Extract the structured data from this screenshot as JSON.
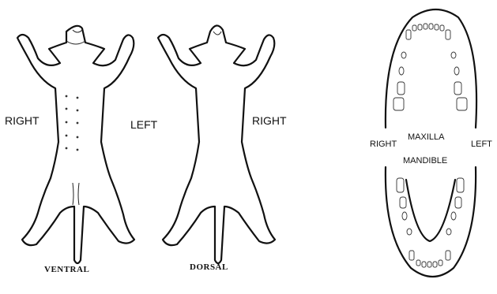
{
  "labels": {
    "right_1": "RIGHT",
    "left": "LEFT",
    "right_2": "RIGHT",
    "ventral": "VENTRAL",
    "dorsal": "DORSAL",
    "right_3": "RIGHT",
    "maxilla": "MAXILLA",
    "left_2": "LEFT",
    "mandible": "MANDIBLE"
  },
  "figures": {
    "ventral_view": "ventral-body-outline",
    "dorsal_view": "dorsal-body-outline",
    "dental_chart": "dental-arch-diagram"
  }
}
